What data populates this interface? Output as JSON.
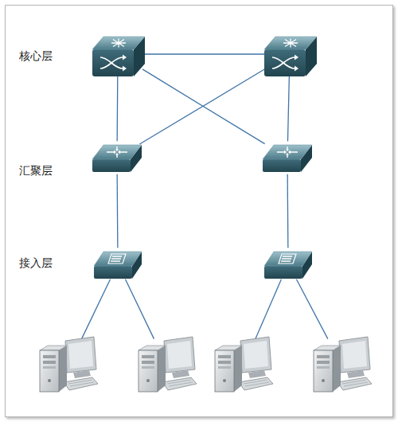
{
  "diagram": {
    "nodes": [
      {
        "text": []
      },
      {
        "text": []
      },
      {
        "text": []
      },
      {
        "text": []
      },
      {
        "text": []
      },
      {
        "text": []
      },
      {
        "text": []
      },
      {
        "text": []
      },
      {
        "text": []
      },
      {
        "text": []
      }
    ],
    "edges": [
      {
        "from": 0,
        "to": 1,
        "arrow": "none"
      },
      {
        "from": 0,
        "to": 2,
        "arrow": "none"
      },
      {
        "from": 0,
        "to": 3,
        "arrow": "none"
      },
      {
        "from": 1,
        "to": 2,
        "arrow": "none"
      },
      {
        "from": 1,
        "to": 3,
        "arrow": "none"
      },
      {
        "from": 2,
        "to": 4,
        "arrow": "none"
      },
      {
        "from": 3,
        "to": 5,
        "arrow": "none"
      },
      {
        "from": 4,
        "to": 6,
        "arrow": "none"
      },
      {
        "from": 4,
        "to": 7,
        "arrow": "none"
      },
      {
        "from": 5,
        "to": 8,
        "arrow": "none"
      },
      {
        "from": 5,
        "to": 9,
        "arrow": "none"
      }
    ],
    "labels": [
      "核心层",
      "汇聚层",
      "接入层"
    ]
  }
}
